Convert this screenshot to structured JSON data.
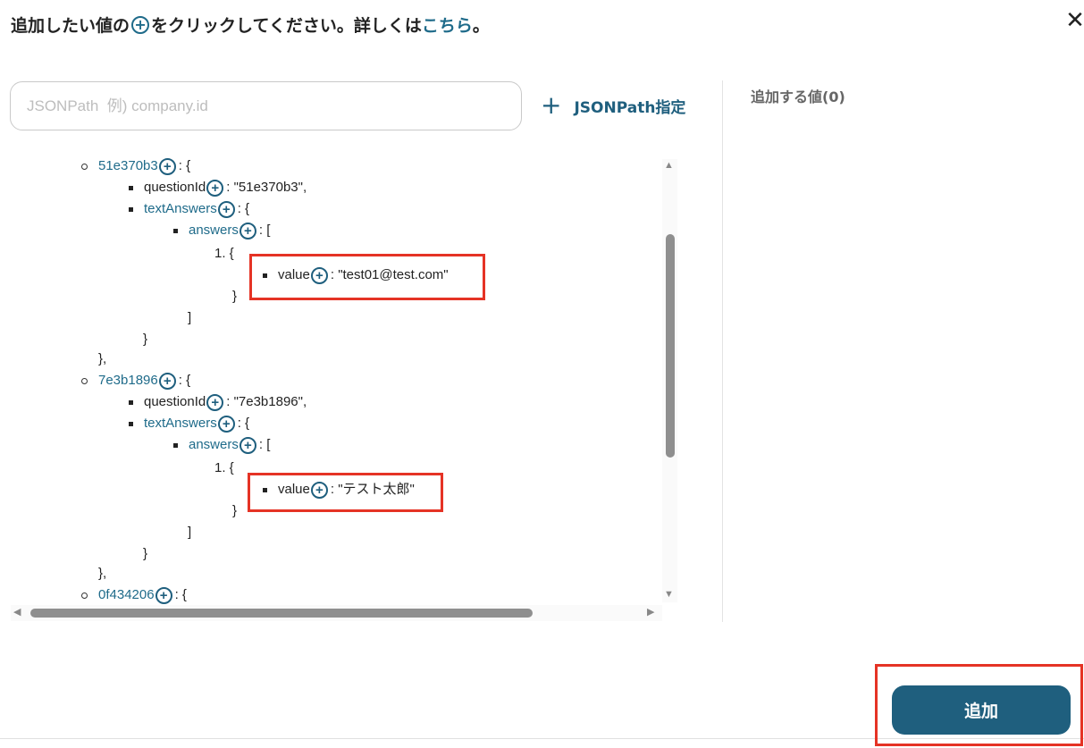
{
  "header": {
    "text_before": "追加したい値の",
    "text_middle": "をクリックしてください。詳しくは",
    "link": "こちら",
    "text_end": "。",
    "plus_symbol": "+"
  },
  "close_symbol": "✕",
  "search": {
    "placeholder": "JSONPath  例) company.id",
    "value": ""
  },
  "jsonpath_button": {
    "plus": "+",
    "label": "JSONPath指定"
  },
  "right_panel": {
    "title": "追加する値(0)"
  },
  "tree_lines": [
    {
      "parts": [
        "51e370b3",
        ": {"
      ]
    },
    {
      "parts": [
        "questionId",
        ": \"51e370b3\","
      ]
    },
    {
      "parts": [
        "textAnswers",
        ": {"
      ]
    },
    {
      "parts": [
        "answers",
        ": ["
      ]
    },
    {
      "parts": [
        "1. {"
      ]
    },
    {
      "parts": [
        "value",
        ": \"test01@test.com\""
      ]
    },
    {
      "parts": [
        "}"
      ]
    },
    {
      "parts": [
        "]"
      ]
    },
    {
      "parts": [
        "}"
      ]
    },
    {
      "parts": [
        "},"
      ]
    },
    {
      "parts": [
        "7e3b1896",
        ": {"
      ]
    },
    {
      "parts": [
        "questionId",
        ": \"7e3b1896\","
      ]
    },
    {
      "parts": [
        "textAnswers",
        ": {"
      ]
    },
    {
      "parts": [
        "answers",
        ": ["
      ]
    },
    {
      "parts": [
        "1. {"
      ]
    },
    {
      "parts": [
        "value",
        ": \"テスト太郎\""
      ]
    },
    {
      "parts": [
        "}"
      ]
    },
    {
      "parts": [
        "]"
      ]
    },
    {
      "parts": [
        "}"
      ]
    },
    {
      "parts": [
        "},"
      ]
    },
    {
      "parts": [
        "0f434206",
        ": {"
      ]
    }
  ],
  "scroll": {
    "up": "▲",
    "down": "▼",
    "left": "◀",
    "right": "▶"
  },
  "add_button": {
    "label": "追加"
  },
  "colors": {
    "accent": "#1f5f7e",
    "highlight": "#e53325"
  }
}
